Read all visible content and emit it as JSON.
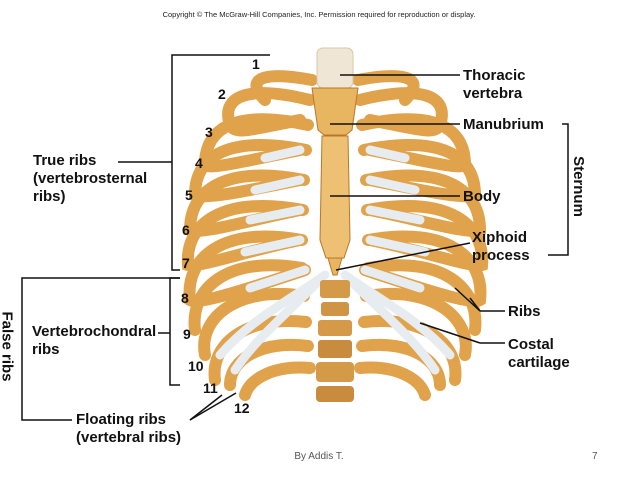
{
  "copyright": "Copyright © The McGraw-Hill Companies, Inc. Permission required for reproduction or display.",
  "rib_numbers": [
    "1",
    "2",
    "3",
    "4",
    "5",
    "6",
    "7",
    "8",
    "9",
    "10",
    "11",
    "12"
  ],
  "labels": {
    "thoracic_vertebra_1": "Thoracic",
    "thoracic_vertebra_2": "vertebra",
    "manubrium": "Manubrium",
    "body": "Body",
    "xiphoid_1": "Xiphoid",
    "xiphoid_2": "process",
    "sternum": "Sternum",
    "ribs": "Ribs",
    "costal_1": "Costal",
    "costal_2": "cartilage",
    "true_ribs_1": "True ribs",
    "true_ribs_2": "(vertebrosternal",
    "true_ribs_3": "ribs)",
    "false_ribs": "False ribs",
    "vertebrochondral_1": "Vertebrochondral",
    "vertebrochondral_2": "ribs",
    "floating_1": "Floating ribs",
    "floating_2": "(vertebral ribs)"
  },
  "footer": {
    "author": "By Addis T.",
    "page": "7"
  },
  "colors": {
    "bone": "#e2a94e",
    "bone_dark": "#b8782a",
    "cartilage": "#e6ecef",
    "line": "#111111"
  }
}
